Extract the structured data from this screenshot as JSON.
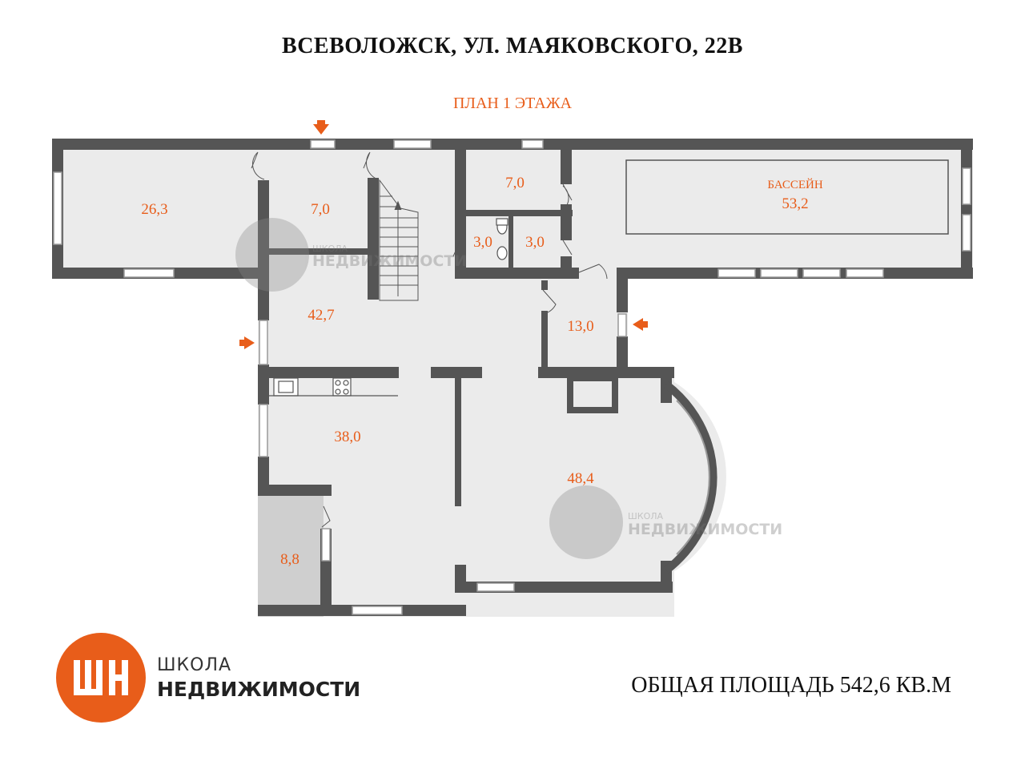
{
  "header": {
    "address": "ВСЕВОЛОЖСК, УЛ. МАЯКОВСКОГО, 22В",
    "floor_label": "ПЛАН 1 ЭТАЖА"
  },
  "rooms": {
    "r1": "26,3",
    "r2": "7,0",
    "r3": "7,0",
    "r4": "3,0",
    "r5": "3,0",
    "pool_name": "БАССЕЙН",
    "pool_area": "53,2",
    "r6": "42,7",
    "r7": "13,0",
    "r8": "38,0",
    "r9": "48,4",
    "r10": "8,8"
  },
  "watermark": {
    "line1": "ШКОЛА",
    "line2": "НЕДВИЖИМОСТИ"
  },
  "logo": {
    "line1": "ШКОЛА",
    "line2": "НЕДВИЖИМОСТИ"
  },
  "footer": {
    "total_area": "ОБЩАЯ ПЛОЩАДЬ 542,6 КВ.М"
  },
  "colors": {
    "accent": "#e85d1a",
    "wall": "#555555",
    "floor": "#ebebeb",
    "balcony": "#cfcfcf",
    "watermark": "#8a8a8a"
  }
}
